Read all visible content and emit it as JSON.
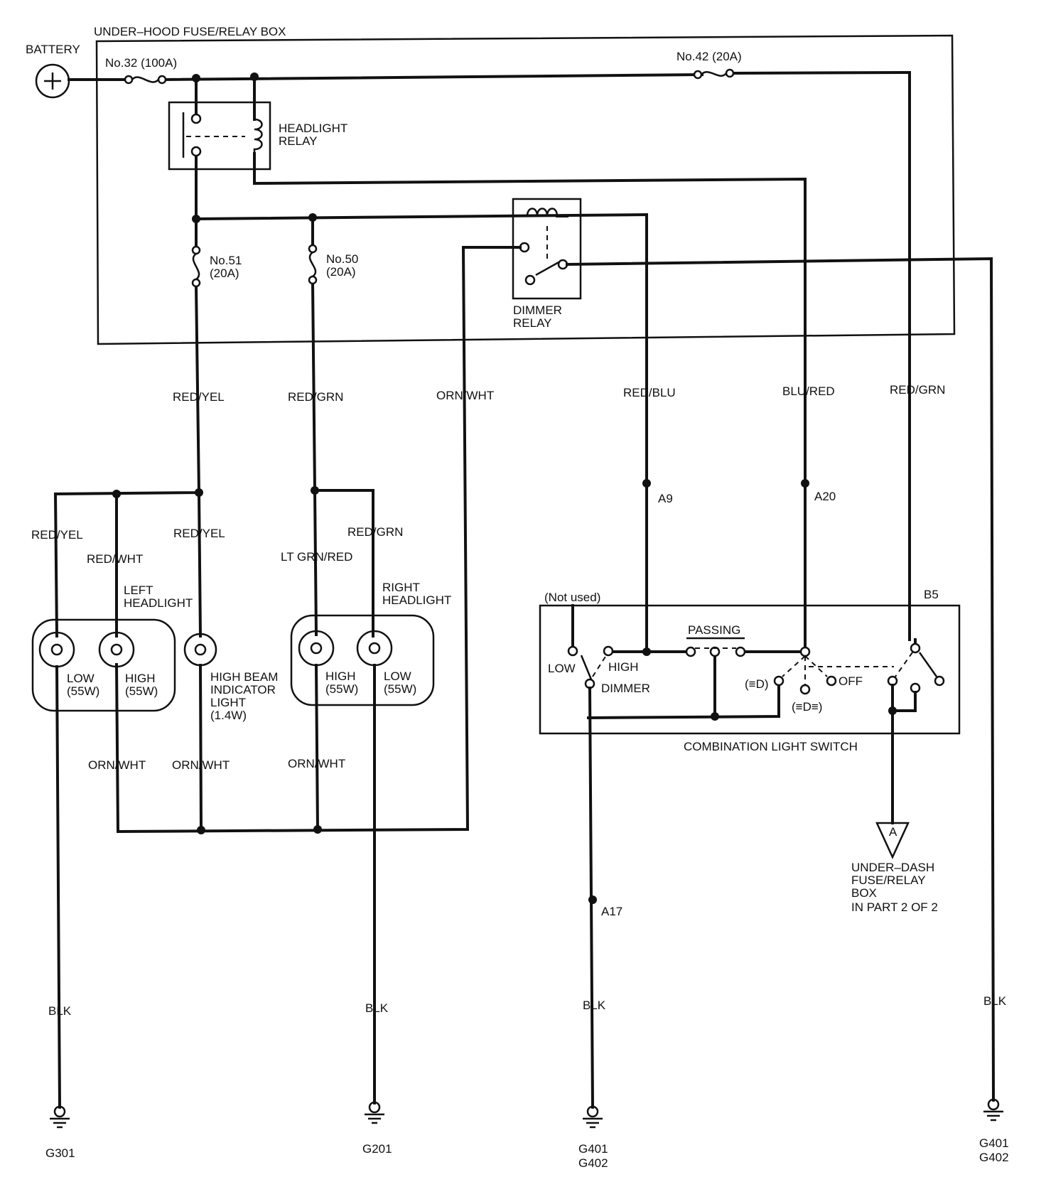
{
  "title": "UNDER–HOOD FUSE/RELAY BOX",
  "battery": {
    "label": "BATTERY"
  },
  "fuses": {
    "no32": "No.32 (100A)",
    "no42": "No.42 (20A)",
    "no51": [
      "No.51",
      "(20A)"
    ],
    "no50": [
      "No.50",
      "(20A)"
    ]
  },
  "relays": {
    "headlight": [
      "HEADLIGHT",
      "RELAY"
    ],
    "dimmer": [
      "DIMMER",
      "RELAY"
    ]
  },
  "wires": {
    "red_yel": "RED/YEL",
    "red_grn": "RED/GRN",
    "orn_wht": "ORN/WHT",
    "red_blu": "RED/BLU",
    "blu_red": "BLU/RED",
    "red_wht": "RED/WHT",
    "lt_grn_red": "LT GRN/RED",
    "blk": "BLK"
  },
  "connectors": {
    "a9": "A9",
    "a20": "A20",
    "a17": "A17",
    "b5": "B5"
  },
  "left_headlight": {
    "label": [
      "LEFT",
      "HEADLIGHT"
    ],
    "low": [
      "LOW",
      "(55W)"
    ],
    "high": [
      "HIGH",
      "(55W)"
    ]
  },
  "indicator": {
    "label": [
      "HIGH BEAM",
      "INDICATOR",
      "LIGHT",
      "(1.4W)"
    ]
  },
  "right_headlight": {
    "label": [
      "RIGHT",
      "HEADLIGHT"
    ],
    "high": [
      "HIGH",
      "(55W)"
    ],
    "low": [
      "LOW",
      "(55W)"
    ]
  },
  "switch": {
    "label": "COMBINATION LIGHT SWITCH",
    "not_used": "(Not used)",
    "passing": "PASSING",
    "low": "LOW",
    "high": "HIGH",
    "dimmer": "DIMMER",
    "off": "OFF",
    "park_symbol": "(≡D)",
    "tail_symbol": "(≡D≡)"
  },
  "under_dash": {
    "marker": "A",
    "label": [
      "UNDER–DASH",
      "FUSE/RELAY",
      "BOX",
      "IN PART 2 OF 2"
    ]
  },
  "grounds": {
    "g301": "G301",
    "g201": "G201",
    "g401": "G401",
    "g402": "G402"
  }
}
